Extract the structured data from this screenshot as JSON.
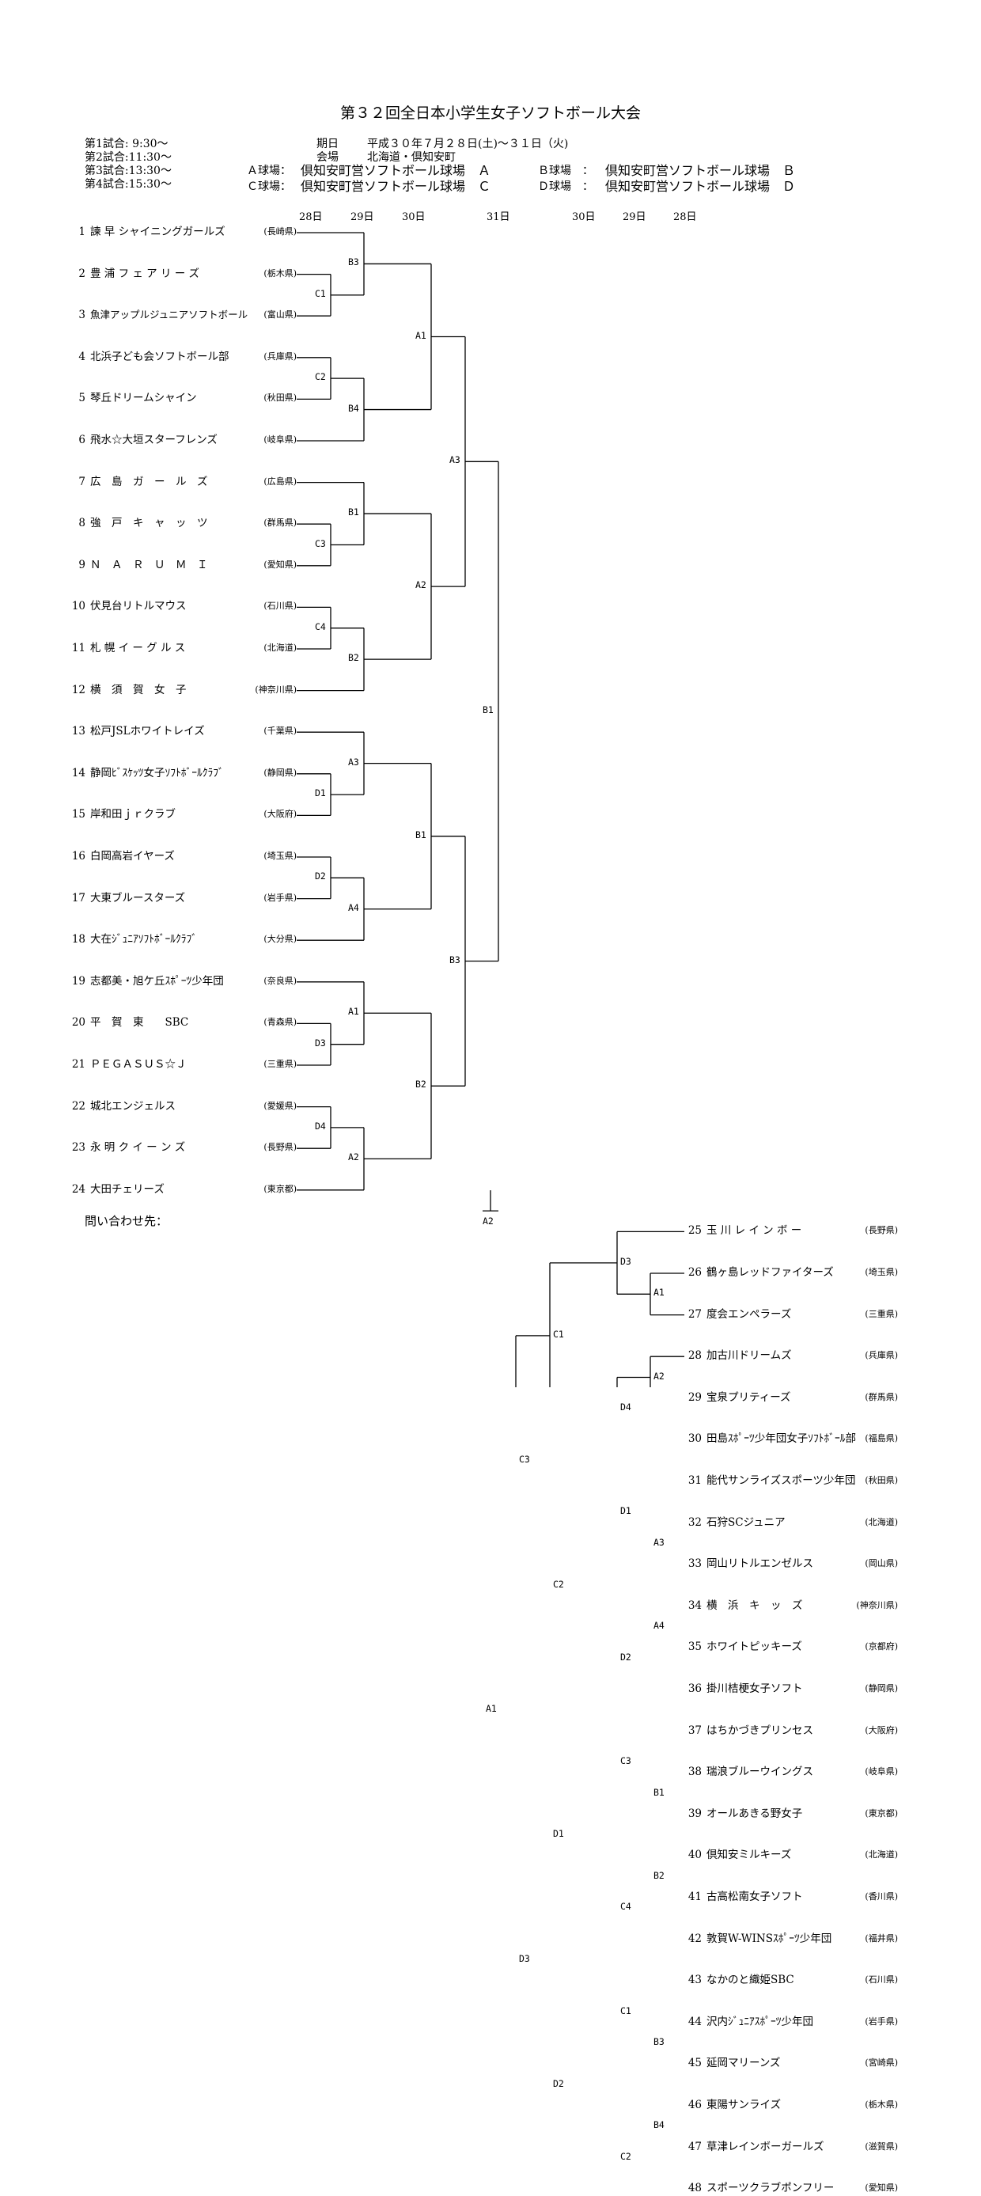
{
  "title": "第３２回全日本小学生女子ソフトボール大会",
  "schedule": [
    "第1試合: 9:30〜",
    "第2試合:11:30〜",
    "第3試合:13:30〜",
    "第4試合:15:30〜"
  ],
  "period_label": "期日",
  "period_value": "平成３０年７月２８日(土)〜３１日（火)",
  "venue_label": "会場",
  "venue_value": "北海道・倶知安町",
  "fields": [
    {
      "label": "Ａ球場：",
      "name": "倶知安町営ソフトボール球場　Ａ"
    },
    {
      "label": "Ｂ球場　：",
      "name": "倶知安町営ソフトボール球場　Ｂ"
    },
    {
      "label": "Ｃ球場：",
      "name": "倶知安町営ソフトボール球場　Ｃ"
    },
    {
      "label": "Ｄ球場　：",
      "name": "倶知安町営ソフトボール球場　Ｄ"
    }
  ],
  "days_left": [
    "28日",
    "29日",
    "30日"
  ],
  "day_center": "31日",
  "days_right": [
    "30日",
    "29日",
    "28日"
  ],
  "teams_left": [
    {
      "num": "1",
      "name": "諫 早 シャイニングガールズ",
      "pref": "(長崎県)"
    },
    {
      "num": "2",
      "name": "豊 浦 フ ェ ア リ ー ズ",
      "pref": "(栃木県)"
    },
    {
      "num": "3",
      "name": "魚津アップルジュニアソフトボール",
      "pref": "(富山県)"
    },
    {
      "num": "4",
      "name": "北浜子ども会ソフトボール部",
      "pref": "(兵庫県)"
    },
    {
      "num": "5",
      "name": "琴丘ドリームシャイン",
      "pref": "(秋田県)"
    },
    {
      "num": "6",
      "name": "飛水☆大垣スターフレンズ",
      "pref": "(岐阜県)"
    },
    {
      "num": "7",
      "name": "広　島　ガ　ー　ル　ズ",
      "pref": "(広島県)"
    },
    {
      "num": "8",
      "name": "強　戸　キ　ャ　ッ　ツ",
      "pref": "(群馬県)"
    },
    {
      "num": "9",
      "name": "Ｎ　Ａ　Ｒ　Ｕ　Ｍ　Ｉ",
      "pref": "(愛知県)"
    },
    {
      "num": "10",
      "name": "伏見台リトルマウス",
      "pref": "(石川県)"
    },
    {
      "num": "11",
      "name": "札 幌 イ ー グ ル ス",
      "pref": "(北海道)"
    },
    {
      "num": "12",
      "name": "横　須　賀　女　子",
      "pref": "(神奈川県)"
    },
    {
      "num": "13",
      "name": "松戸JSLホワイトレイズ",
      "pref": "(千葉県)"
    },
    {
      "num": "14",
      "name": "静岡ﾋﾞｽｹｯﾂ女子ｿﾌﾄﾎﾞｰﾙｸﾗﾌﾞ",
      "pref": "(静岡県)"
    },
    {
      "num": "15",
      "name": "岸和田ｊｒクラブ",
      "pref": "(大阪府)"
    },
    {
      "num": "16",
      "name": "白岡高岩イヤーズ",
      "pref": "(埼玉県)"
    },
    {
      "num": "17",
      "name": "大東ブルースターズ",
      "pref": "(岩手県)"
    },
    {
      "num": "18",
      "name": "大在ｼﾞｭﾆｱｿﾌﾄﾎﾞｰﾙｸﾗﾌﾞ",
      "pref": "(大分県)"
    },
    {
      "num": "19",
      "name": "志都美・旭ケ丘ｽﾎﾟｰﾂ少年団",
      "pref": "(奈良県)"
    },
    {
      "num": "20",
      "name": "平　賀　東　　SBC",
      "pref": "(青森県)"
    },
    {
      "num": "21",
      "name": "ＰＥＧＡＳＵＳ☆Ｊ",
      "pref": "(三重県)"
    },
    {
      "num": "22",
      "name": "城北エンジェルス",
      "pref": "(愛媛県)"
    },
    {
      "num": "23",
      "name": "永 明 ク イ ー ン ズ",
      "pref": "(長野県)"
    },
    {
      "num": "24",
      "name": "大田チェリーズ",
      "pref": "(東京都)"
    }
  ],
  "teams_right": [
    {
      "num": "25",
      "name": "玉 川 レ イ ン ボ ー",
      "pref": "(長野県)"
    },
    {
      "num": "26",
      "name": "鶴ヶ島レッドファイターズ",
      "pref": "(埼玉県)"
    },
    {
      "num": "27",
      "name": "度会エンペラーズ",
      "pref": "(三重県)"
    },
    {
      "num": "28",
      "name": "加古川ドリームズ",
      "pref": "(兵庫県)"
    },
    {
      "num": "29",
      "name": "宝泉プリティーズ",
      "pref": "(群馬県)"
    },
    {
      "num": "30",
      "name": "田島ｽﾎﾟｰﾂ少年団女子ｿﾌﾄﾎﾞｰﾙ部",
      "pref": "(福島県)"
    },
    {
      "num": "31",
      "name": "能代サンライズスポーツ少年団",
      "pref": "(秋田県)"
    },
    {
      "num": "32",
      "name": "石狩SCジュニア",
      "pref": "(北海道)"
    },
    {
      "num": "33",
      "name": "岡山リトルエンゼルス",
      "pref": "(岡山県)"
    },
    {
      "num": "34",
      "name": "横　浜　キ　ッ　ズ",
      "pref": "(神奈川県)"
    },
    {
      "num": "35",
      "name": "ホワイトピッキーズ",
      "pref": "(京都府)"
    },
    {
      "num": "36",
      "name": "掛川桔梗女子ソフト",
      "pref": "(静岡県)"
    },
    {
      "num": "37",
      "name": "はちかづきプリンセス",
      "pref": "(大阪府)"
    },
    {
      "num": "38",
      "name": "瑞浪ブルーウイングス",
      "pref": "(岐阜県)"
    },
    {
      "num": "39",
      "name": "オールあきる野女子",
      "pref": "(東京都)"
    },
    {
      "num": "40",
      "name": "倶知安ミルキーズ",
      "pref": "(北海道)"
    },
    {
      "num": "41",
      "name": "古高松南女子ソフト",
      "pref": "(香川県)"
    },
    {
      "num": "42",
      "name": "敦賀W-WINSｽﾎﾟｰﾂ少年団",
      "pref": "(福井県)"
    },
    {
      "num": "43",
      "name": "なかのと織姫SBC",
      "pref": "(石川県)"
    },
    {
      "num": "44",
      "name": "沢内ｼﾞｭﾆｱｽﾎﾟｰﾂ少年団",
      "pref": "(岩手県)"
    },
    {
      "num": "45",
      "name": "延岡マリーンズ",
      "pref": "(宮崎県)"
    },
    {
      "num": "46",
      "name": "東陽サンライズ",
      "pref": "(栃木県)"
    },
    {
      "num": "47",
      "name": "草津レインボーガールズ",
      "pref": "(滋賀県)"
    },
    {
      "num": "48",
      "name": "スポーツクラブポンフリー",
      "pref": "(愛知県)"
    }
  ],
  "match_labels": {
    "left": {
      "r1": [
        "C1",
        "C2",
        "C3",
        "C4",
        "D1",
        "D2",
        "D3",
        "D4"
      ],
      "r2": [
        "B3",
        "B4",
        "B1",
        "B2",
        "A3",
        "A4",
        "A1",
        "A2"
      ],
      "r3": [
        "A1",
        "A2",
        "B1",
        "B2"
      ],
      "r4": [
        "A3",
        "B3"
      ]
    },
    "right": {
      "r1": [
        "A1",
        "A2",
        "A3",
        "A4",
        "B1",
        "B2",
        "B3",
        "B4"
      ],
      "r2": [
        "D3",
        "D4",
        "D1",
        "D2",
        "C3",
        "C4",
        "C1",
        "C2"
      ],
      "r3": [
        "C1",
        "C2",
        "D1",
        "D2"
      ],
      "r4": [
        "C3",
        "D3"
      ]
    },
    "semi_left": "B1",
    "semi_right": "A1",
    "final": "A2"
  },
  "contact_label": "問い合わせ先："
}
